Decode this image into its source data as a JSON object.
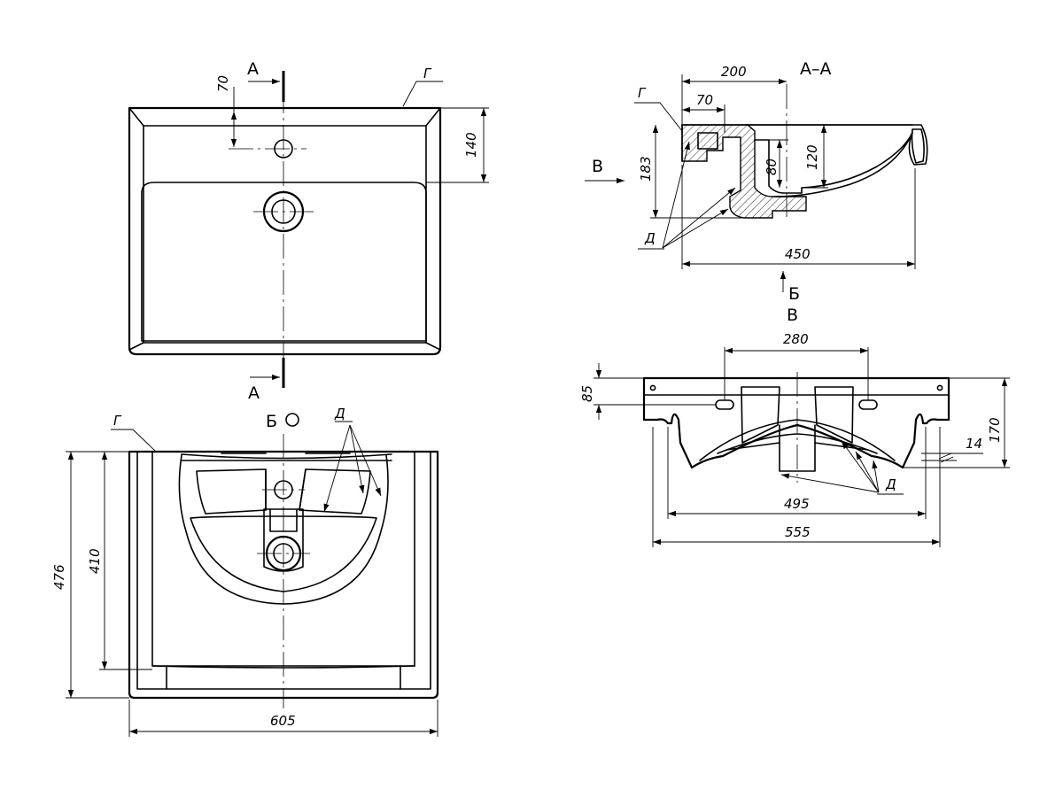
{
  "top_view": {
    "section_a_top": "A",
    "section_a_bottom": "A",
    "label_g": "Г",
    "dim_70": "70",
    "dim_140": "140"
  },
  "front_view": {
    "view_b": "Б",
    "label_g": "Г",
    "label_d": "Д",
    "dim_476": "476",
    "dim_410": "410",
    "dim_605": "605"
  },
  "section_view": {
    "title": "А–А",
    "label_g": "Г",
    "label_d": "Д",
    "label_v": "В",
    "label_b": "Б",
    "dim_200": "200",
    "dim_70": "70",
    "dim_183": "183",
    "dim_80": "80",
    "dim_120": "120",
    "dim_450": "450"
  },
  "rear_view": {
    "title": "В",
    "label_d": "Д",
    "dim_280": "280",
    "dim_85": "85",
    "dim_170": "170",
    "dim_14": "14",
    "dim_495": "495",
    "dim_555": "555"
  }
}
